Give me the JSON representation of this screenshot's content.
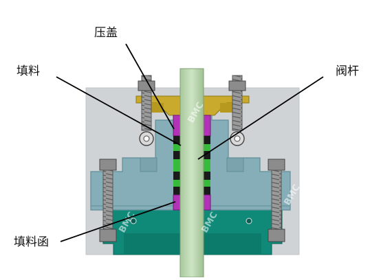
{
  "labels": {
    "gland": "压盖",
    "packing": "填料",
    "stem": "阀杆",
    "stuffing_box": "填料函"
  },
  "watermark": "BMC",
  "colors": {
    "background_panel": "#cfd3d6",
    "body_blue": "#86aeb8",
    "body_blue_dark": "#5f8d98",
    "flange_green": "#0f8a79",
    "flange_green_dark": "#0b6e60",
    "stem_green": "#b9d7ae",
    "gland_gold": "#c9aa2c",
    "packing_purple": "#b232b8",
    "packing_green": "#36bb3a",
    "packing_black": "#1a1a1a",
    "bolt_gray": "#8c8c8c",
    "leader_line": "#000000"
  },
  "icons": [
    "hex-bolt-icon",
    "eye-bolt-icon",
    "o-ring-icon"
  ]
}
